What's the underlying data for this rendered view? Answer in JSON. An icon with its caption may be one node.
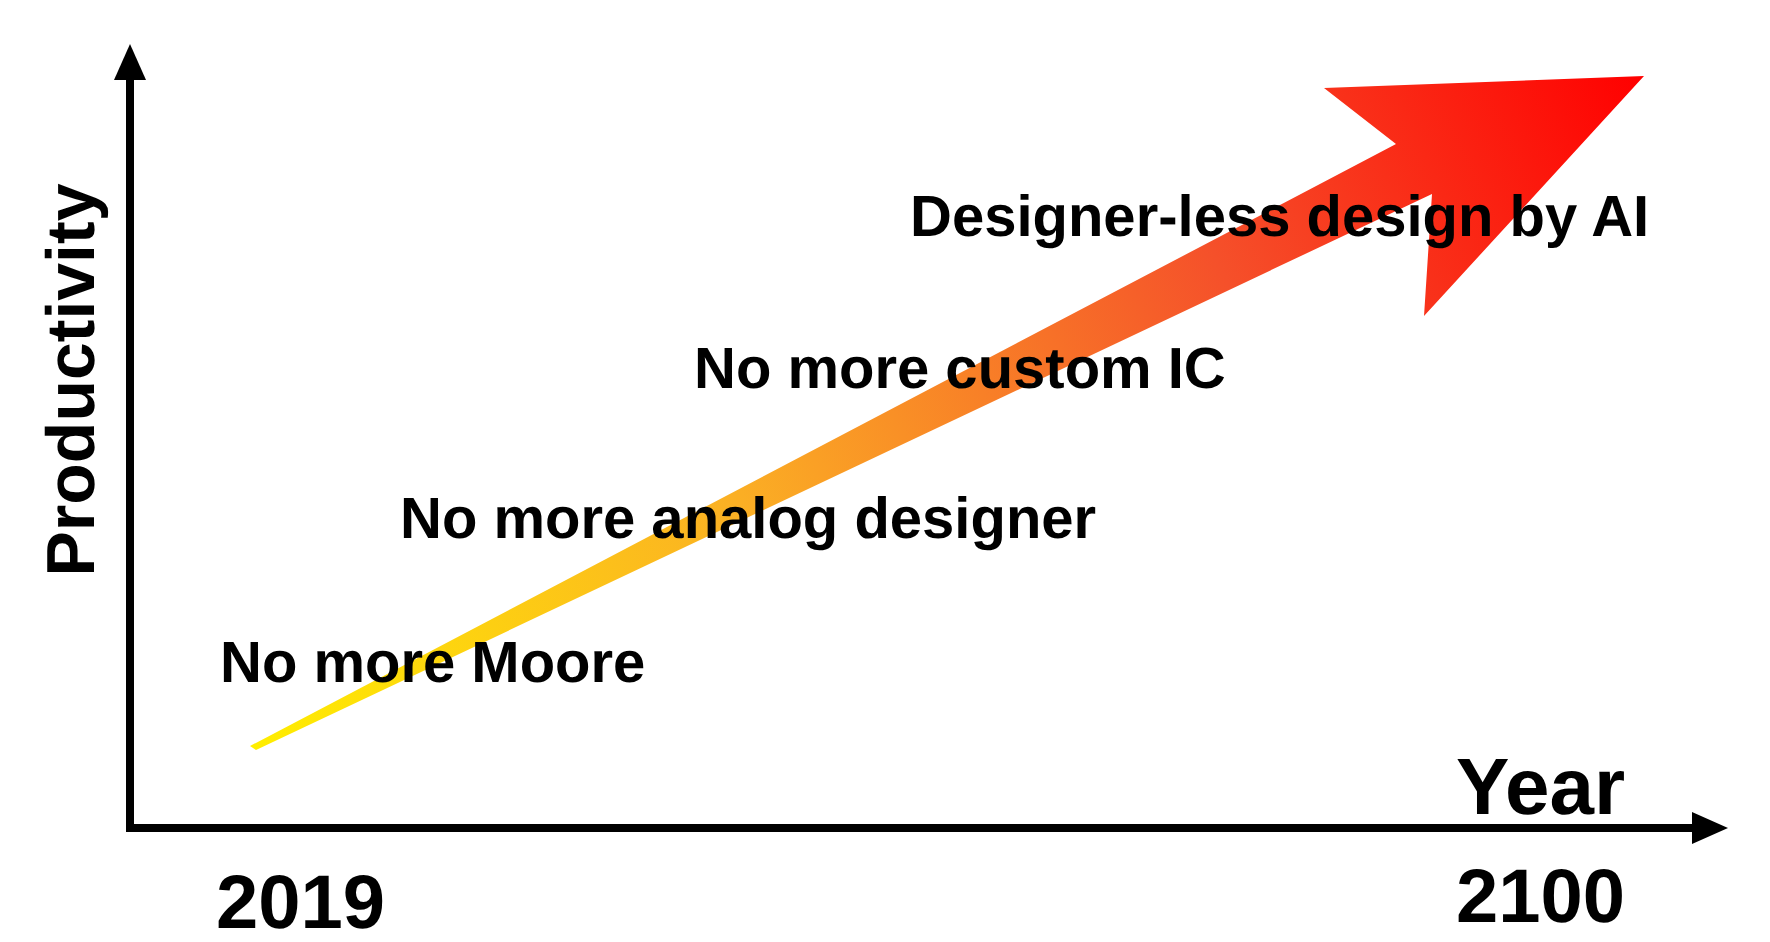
{
  "diagram": {
    "labels": [
      "Productivity",
      "Designer-less design by AI",
      "No more custom IC",
      "No more analog designer",
      "No more Moore",
      "Year",
      "2019",
      "2100"
    ]
  }
}
